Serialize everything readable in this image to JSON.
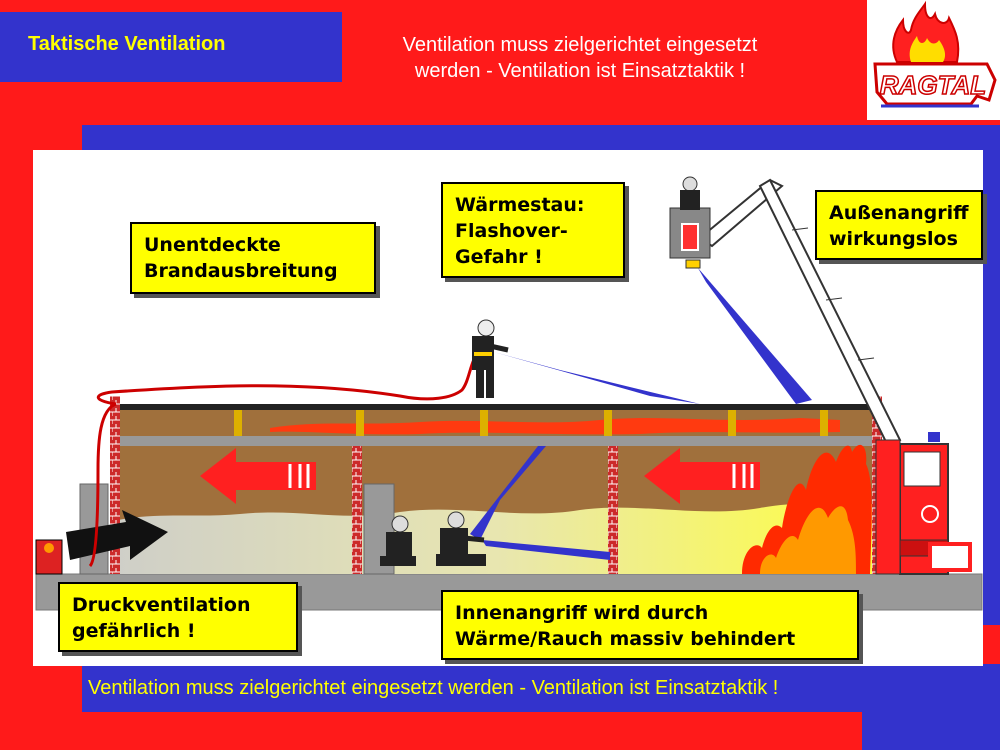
{
  "header": {
    "title": "Taktische Ventilation",
    "subtitle_line1": "Ventilation muss zielgerichtet eingesetzt",
    "subtitle_line2": "werden - Ventilation ist Einsatztaktik !"
  },
  "logo": {
    "text": "RAGTAL"
  },
  "callouts": {
    "unentdeckte": [
      "Unentdeckte",
      "Brandausbreitung"
    ],
    "waermestau": [
      "Wärmestau:",
      "Flashover-",
      "Gefahr !"
    ],
    "aussenangriff": [
      "Außenangriff",
      "wirkungslos"
    ],
    "druckventilation": [
      "Druckventilation",
      "gefährlich !"
    ],
    "innenangriff": [
      "Innenangriff wird durch",
      "Wärme/Rauch massiv behindert"
    ]
  },
  "footer": {
    "text": "Ventilation muss zielgerichtet eingesetzt werden - Ventilation ist Einsatztaktik !"
  },
  "colors": {
    "red": "#ff1a1a",
    "blue": "#3333cc",
    "yellow": "#ffff00",
    "smoke_brown": "#a0703c"
  }
}
